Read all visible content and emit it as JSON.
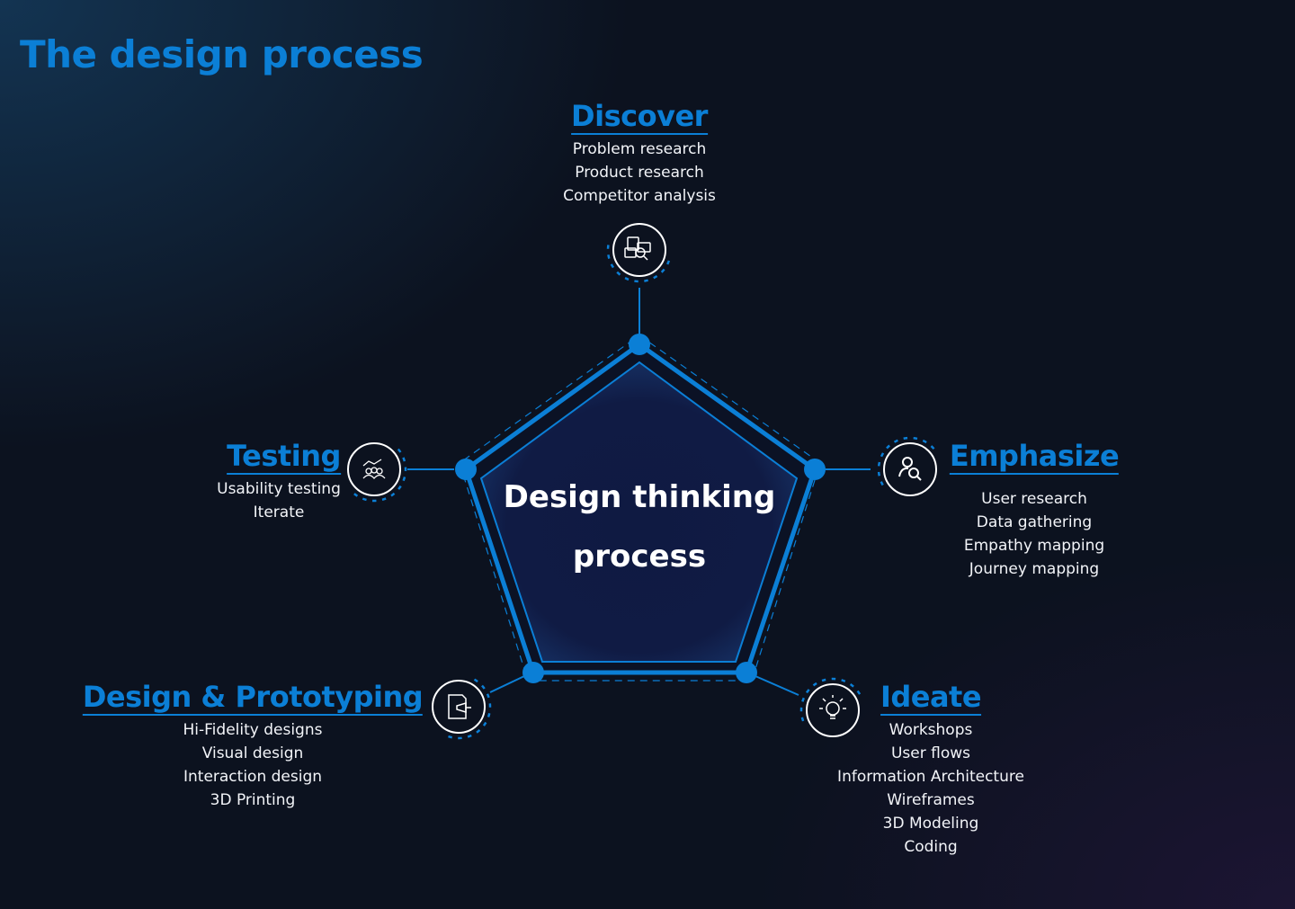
{
  "title": "The design process",
  "center": {
    "line1": "Design thinking",
    "line2": "process"
  },
  "colors": {
    "accent": "#0b7fd6",
    "background": "#0c121f",
    "pentagon_fill": "#101a40"
  },
  "stages": {
    "discover": {
      "heading": "Discover",
      "icon": "document-search-icon",
      "items": [
        "Problem research",
        "Product research",
        "Competitor analysis"
      ]
    },
    "emphasize": {
      "heading": "Emphasize",
      "icon": "user-search-icon",
      "items": [
        "User research",
        "Data gathering",
        "Empathy mapping",
        "Journey mapping"
      ]
    },
    "ideate": {
      "heading": "Ideate",
      "icon": "lightbulb-icon",
      "items": [
        "Workshops",
        "User flows",
        "Information Architecture",
        "Wireframes",
        "3D Modeling",
        "Coding"
      ]
    },
    "design": {
      "heading": "Design & Prototyping",
      "icon": "design-document-icon",
      "items": [
        "Hi-Fidelity designs",
        "Visual design",
        "Interaction design",
        "3D Printing"
      ]
    },
    "testing": {
      "heading": "Testing",
      "icon": "users-chart-icon",
      "items": [
        "Usability testing",
        "Iterate"
      ]
    }
  }
}
